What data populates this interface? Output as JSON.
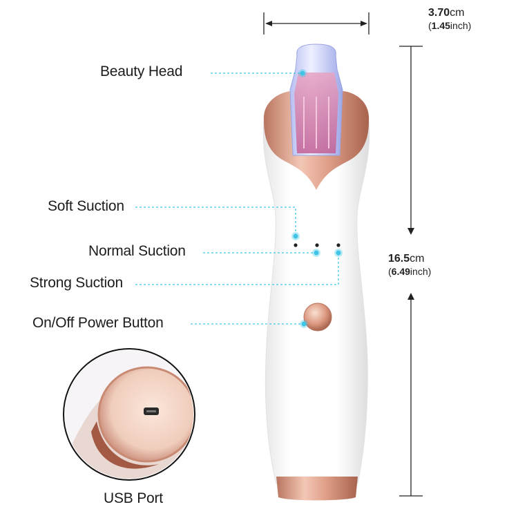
{
  "callouts": {
    "beauty_head": "Beauty Head",
    "soft_suction": "Soft Suction",
    "normal_suction": "Normal Suction",
    "strong_suction": "Strong Suction",
    "power_button": "On/Off Power Button",
    "usb_port": "USB Port"
  },
  "dimensions": {
    "width": {
      "value": "3.70",
      "unit": "cm",
      "alt_value": "1.45",
      "alt_unit": "inch"
    },
    "height": {
      "value": "16.5",
      "unit": "cm",
      "alt_value": "6.49",
      "alt_unit": "inch"
    }
  },
  "colors": {
    "callout_line": "#3fc6e6",
    "rose_gold": "#d99a84",
    "device_body": "#ffffff"
  }
}
